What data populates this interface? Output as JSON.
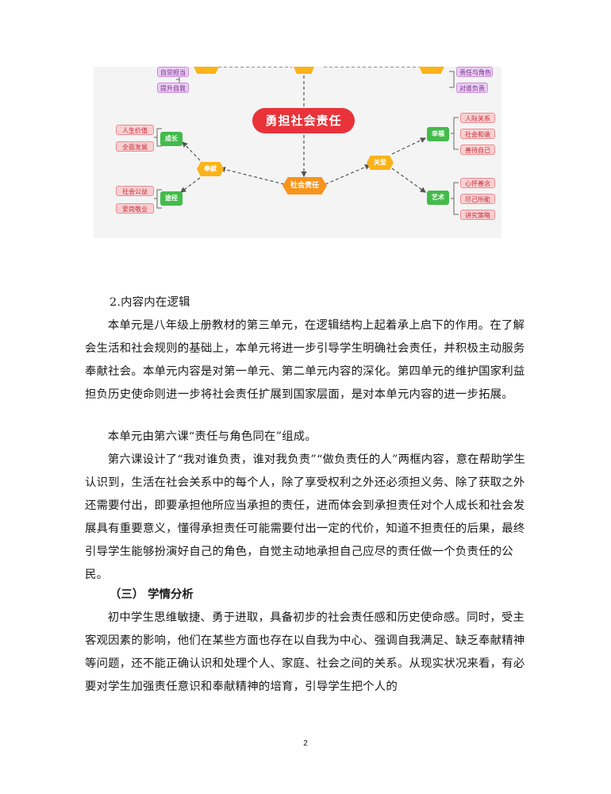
{
  "mindmap": {
    "center": "勇担社会责任",
    "social": "社会责任",
    "left_hub": "奉献",
    "right_hub": "关爱",
    "growth": "成长",
    "path": "途径",
    "happiness": "幸福",
    "art": "艺术",
    "leaves_top_left": [
      "自觉担当",
      "提升自我"
    ],
    "leaves_top_right": [
      "责任与角色",
      "对谁负责"
    ],
    "leaves_growth": [
      "人生价值",
      "全面发展"
    ],
    "leaves_path": [
      "社会公益",
      "爱岗敬业"
    ],
    "leaves_happiness": [
      "人际关系",
      "社会和谐",
      "善待自己"
    ],
    "leaves_art": [
      "心怀善念",
      "尽己所能",
      "讲究策略"
    ]
  },
  "body": {
    "subheading": "2.内容内在逻辑",
    "p1": "本单元是八年级上册教材的第三单元，在逻辑结构上起着承上启下的作用。在了解会生活和社会规则的基础上，本单元将进一步引导学生明确社会责任，并积极主动服务奉献社会。本单元内容是对第一单元、第二单元内容的深化。第四单元的维护国家利益担负历史使命则进一步将社会责任扩展到国家层面，是对本单元内容的进一步拓展。",
    "p2": "本单元由第六课“责任与角色同在”组成。",
    "p3": "第六课设计了“我对谁负责，谁对我负责”“做负责任的人”两框内容，意在帮助学生认识到，生活在社会关系中的每个人，除了享受权利之外还必须担义务、除了获取之外还需要付出，即要承担他所应当承担的责任，进而体会到承担责任对个人成长和社会发展具有重要意义，懂得承担责任可能需要付出一定的代价，知道不担责任的后果，最终引导学生能够扮演好自己的角色，自觉主动地承担自己应尽的责任做一个负责任的公民。",
    "section_heading": "（三）  学情分析",
    "p4": "初中学生思维敏捷、勇于进取，具备初步的社会责任感和历史使命感。同时，受主客观因素的影响，他们在某些方面也存在以自我为中心、强调自我满足、缺乏奉献精神等问题，还不能正确认识和处理个人、家庭、社会之间的关系。从现实状况来看，有必要对学生加强责任意识和奉献精神的培育，引导学生把个人的"
  },
  "page_number": "2",
  "colors": {
    "center": "#e8333a",
    "hub": "#fbb319",
    "social": "#f7941d",
    "branch": "#43bb4b",
    "leaf_pink": "#f9d0d2",
    "leaf_purple": "#e8cdf1"
  }
}
